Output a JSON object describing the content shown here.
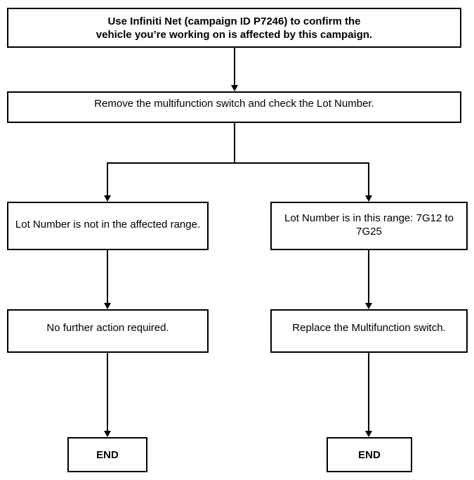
{
  "diagram": {
    "type": "flowchart",
    "colors": {
      "line": "#000000",
      "box_border": "#000000",
      "box_background": "#ffffff",
      "page_background": "#ffffff",
      "text": "#000000"
    },
    "nodes": {
      "confirm": {
        "text": "Use Infiniti Net (campaign ID P7246) to confirm the\nvehicle you’re working on is affected by this campaign."
      },
      "remove": {
        "text": "Remove the multifunction switch and check the Lot Number."
      },
      "not_affected": {
        "text": "Lot Number is not in the affected range."
      },
      "affected": {
        "text": "Lot Number is in this range: 7G12 to 7G25"
      },
      "no_action": {
        "text": "No further action required."
      },
      "replace": {
        "text": "Replace the Multifunction switch."
      },
      "end_left": {
        "text": "END"
      },
      "end_right": {
        "text": "END"
      }
    },
    "edges": [
      {
        "from": "confirm",
        "to": "remove"
      },
      {
        "from": "remove",
        "to": "not_affected"
      },
      {
        "from": "remove",
        "to": "affected"
      },
      {
        "from": "not_affected",
        "to": "no_action"
      },
      {
        "from": "affected",
        "to": "replace"
      },
      {
        "from": "no_action",
        "to": "end_left"
      },
      {
        "from": "replace",
        "to": "end_right"
      }
    ]
  }
}
